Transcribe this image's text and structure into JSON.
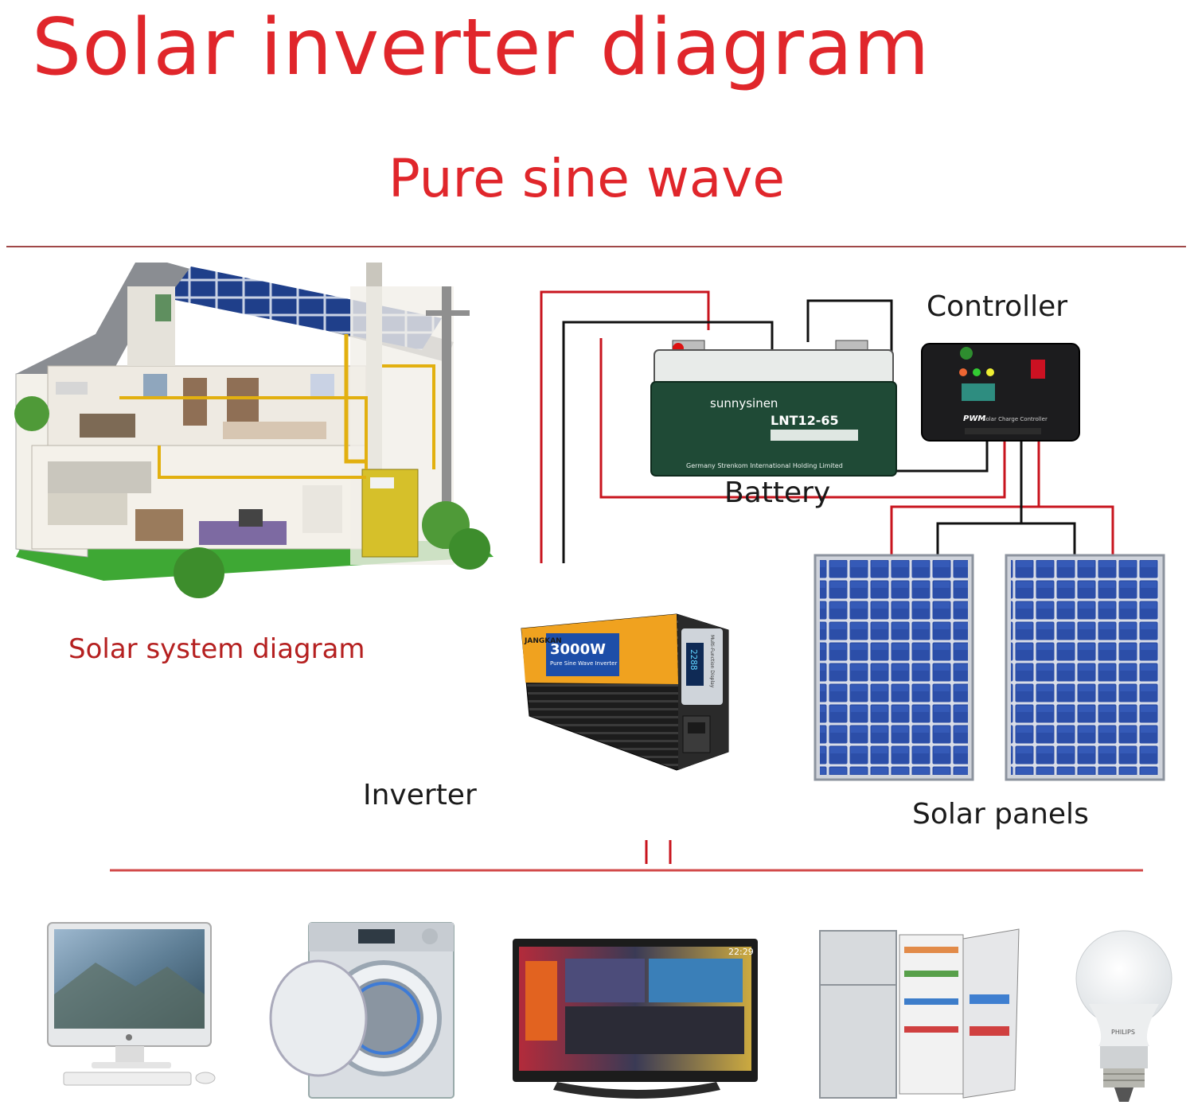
{
  "header": {
    "title": "Solar inverter diagram",
    "subtitle": "Pure sine wave"
  },
  "labels": {
    "solar_system": "Solar system diagram",
    "controller": "Controller",
    "battery": "Battery",
    "inverter": "Inverter",
    "solar_panels": "Solar panels"
  },
  "battery_device": {
    "brand": "sunnysinen",
    "model": "LNT12-65",
    "maker": "Germany Strenkom International Holding Limited"
  },
  "controller_device": {
    "brand": "PWM",
    "caption": "Solar Charge Controller"
  },
  "inverter_device": {
    "brand": "JANGKAN",
    "power": "3000W",
    "product": "Pure Sine Wave Inverter",
    "display": "2288",
    "side_text": "Multi-Function Display"
  },
  "appliances": {
    "tv_clock": "22:29",
    "bulb_brand": "PHILIPS"
  },
  "colors": {
    "title_red": "#e0262b",
    "wire_red": "#c8141e",
    "wire_black": "#111111",
    "panel_blue": "#24439b",
    "battery_green": "#1f4a36",
    "inverter_orange": "#f0a21f"
  }
}
